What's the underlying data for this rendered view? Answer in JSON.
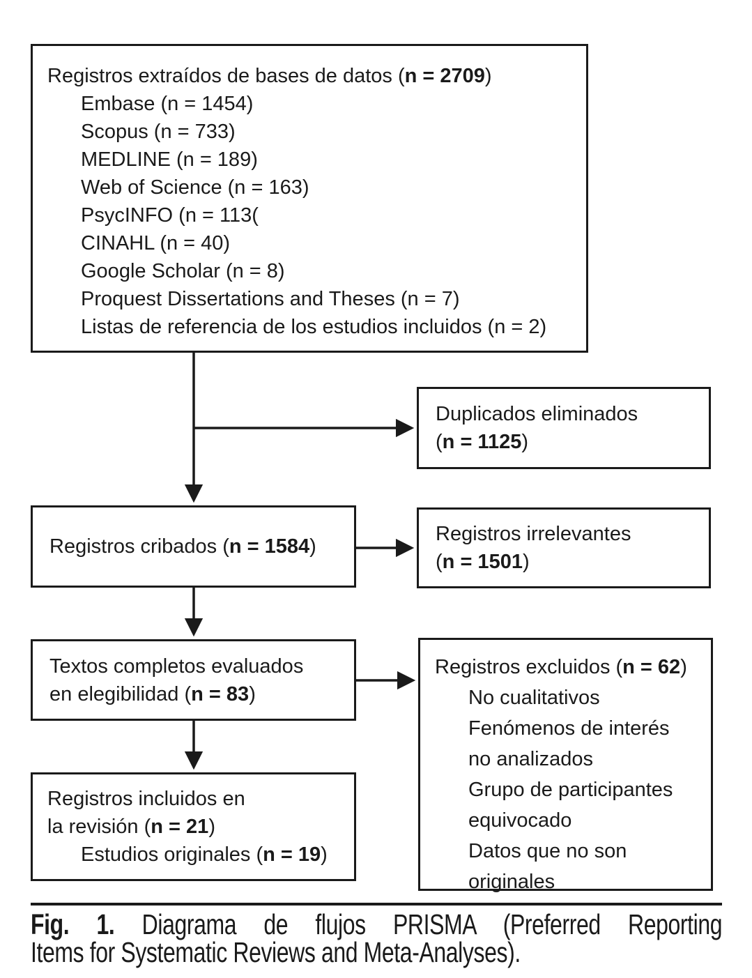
{
  "colors": {
    "ink": "#1a1a1a",
    "paper": "#ffffff"
  },
  "boxes": {
    "sources": {
      "title": {
        "pre": "Registros extraídos de bases de datos (",
        "bold": "n = 2709",
        "post": ")"
      },
      "items": [
        "Embase (n = 1454)",
        "Scopus (n = 733)",
        "MEDLINE (n = 189)",
        "Web of Science (n = 163)",
        "PsycINFO (n = 113(",
        "CINAHL (n = 40)",
        "Google Scholar (n = 8)",
        "Proquest Dissertations and Theses (n = 7)",
        "Listas de referencia de los estudios incluidos (n = 2)"
      ]
    },
    "duplicates": {
      "line1": "Duplicados eliminados",
      "line2": {
        "pre": "(",
        "bold": "n = 1125",
        "post": ")"
      }
    },
    "screened": {
      "title": {
        "pre": "Registros cribados (",
        "bold": "n = 1584",
        "post": ")"
      }
    },
    "irrelevant": {
      "line1": "Registros irrelevantes",
      "line2": {
        "pre": "(",
        "bold": "n = 1501",
        "post": ")"
      }
    },
    "fulltext": {
      "line1": "Textos completos evaluados",
      "line2": {
        "pre": "en elegibilidad (",
        "bold": "n = 83",
        "post": ")"
      }
    },
    "excluded": {
      "title": {
        "pre": "Registros excluidos (",
        "bold": "n = 62",
        "post": ")"
      },
      "items": [
        [
          "No cualitativos"
        ],
        [
          "Fenómenos de interés",
          "no analizados"
        ],
        [
          "Grupo de participantes",
          "equivocado"
        ],
        [
          "Datos que no son",
          "originales"
        ]
      ]
    },
    "included": {
      "line1": "Registros incluidos en",
      "line2": {
        "pre": "la revisión (",
        "bold": "n = 21",
        "post": ")"
      },
      "line3": {
        "pre": "Estudios originales (",
        "bold": "n = 19",
        "post": ")"
      }
    }
  },
  "caption": {
    "label": "Fig. 1.",
    "line1_rest": "Diagrama de flujos PRISMA (Preferred Reporting",
    "line2": "Items for Systematic Reviews and Meta-Analyses)."
  }
}
